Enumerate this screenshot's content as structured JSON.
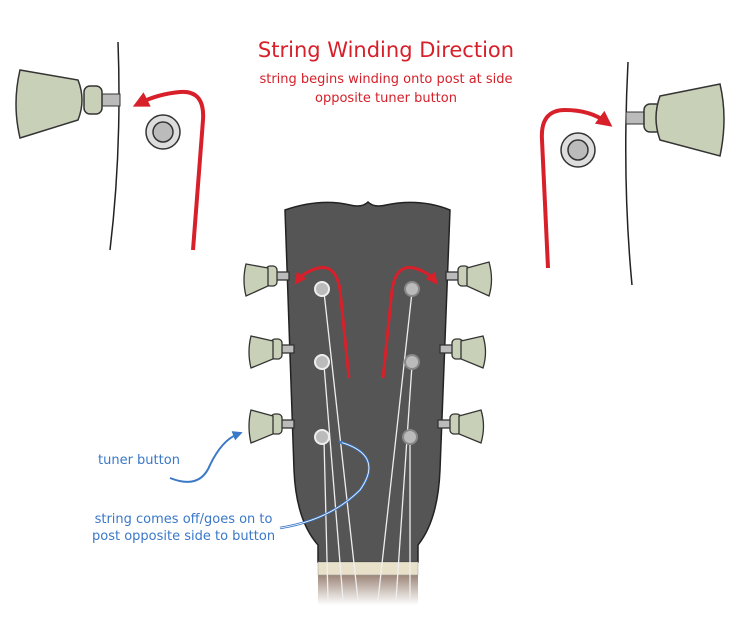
{
  "title": "String Winding Direction",
  "subtitle_line1": "string begins winding onto post at side",
  "subtitle_line2": "opposite tuner button",
  "label_tuner_button": "tuner button",
  "label_string_line1": "string comes off/goes on to",
  "label_string_line2": "post opposite side to button",
  "colors": {
    "red": "#d7202a",
    "blue": "#3a78c8",
    "headstock": "#555555",
    "tuner": "#c8d0b8"
  }
}
